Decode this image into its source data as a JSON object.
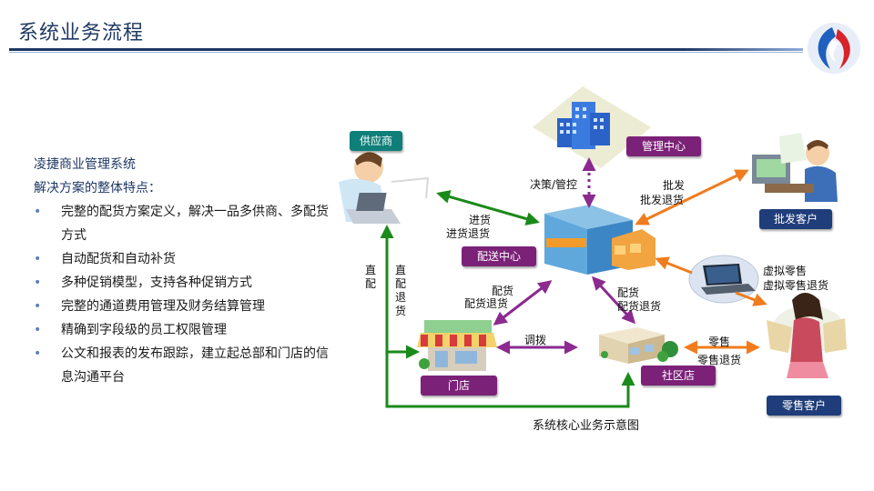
{
  "header": {
    "title": "系统业务流程"
  },
  "summary": {
    "system_name": "凌捷商业管理系统",
    "features_heading": "解决方案的整体特点：",
    "features": [
      "完整的配货方案定义，解决一品多供商、多配货方式",
      "自动配货和自动补货",
      "多种促销模型，支持各种促销方式",
      "完整的通道费用管理及财务结算管理",
      "精确到字段级的员工权限管理",
      "公文和报表的发布跟踪，建立起总部和门店的信息沟通平台"
    ]
  },
  "diagram": {
    "caption": "系统核心业务示意图",
    "nodes": {
      "supplier": "供应商",
      "management_center": "管理中心",
      "wholesale_customer": "批发客户",
      "distribution_center": "配送中心",
      "store": "门店",
      "community_store": "社区店",
      "retail_customer": "零售客户"
    },
    "edges": {
      "decision": "决策/管控",
      "wholesale": "批发",
      "wholesale_return": "批发退货",
      "purchase": "进货",
      "purchase_return": "进货退货",
      "virtual_retail": "虚拟零售",
      "virtual_retail_return": "虚拟零售退货",
      "direct_delivery": "直配",
      "direct_delivery_return": "直配退货",
      "distribute_store": "配货",
      "distribute_store_return": "配货退货",
      "distribute_community": "配货",
      "distribute_community_return": "配货退货",
      "transfer": "调拨",
      "retail": "零售",
      "retail_return": "零售退货"
    },
    "colors": {
      "green": "#1a8a1a",
      "purple": "#8b2a8f",
      "orange": "#f07c1e",
      "teal": "#0f7f7a",
      "title": "#1f3864"
    }
  }
}
